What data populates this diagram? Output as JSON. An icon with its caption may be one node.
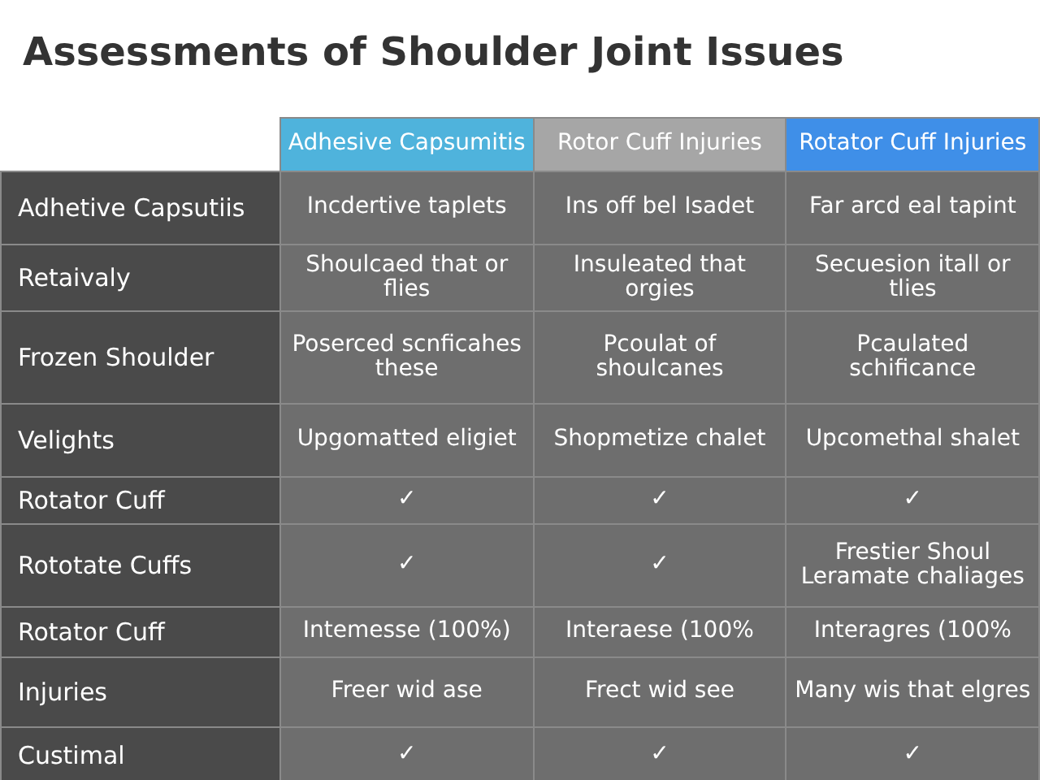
{
  "diagram": {
    "title": "Assessments of Shoulder Joint Issues",
    "labels": [
      "Adhesive Capsumitis",
      "Rotor Cuff Injuries",
      "Rotator Cuff Injuries",
      "Adhetive Capsutiis",
      "Incdertive taplets",
      "Ins off bel Isadet",
      "Far arcd eal tapint",
      "Retaivaly",
      "Shoulcaed that or flies",
      "Insuleated that orgies",
      "Secuesion itall or tlies",
      "Frozen Shoulder",
      "Poserced scnficahes these",
      "Pcoulat of shoulcanes",
      "Pcaulated schificance",
      "Velights",
      "Upgomatted eligiet",
      "Shopmetize chalet",
      "Upcomethal shalet",
      "Rotator Cuff",
      "✓",
      "✓",
      "✓",
      "Rototate Cuffs",
      "✓",
      "✓",
      "Frestier Shoul Leramate chaliages",
      "Rotator Cuff",
      "Intemesse (100%)",
      "Interaese (100%",
      "Interagres (100%",
      "Injuries",
      "Freer wid ase",
      "Frect wid see",
      "Many wis that elgres",
      "Custimal",
      "✓",
      "✓",
      "✓"
    ]
  }
}
